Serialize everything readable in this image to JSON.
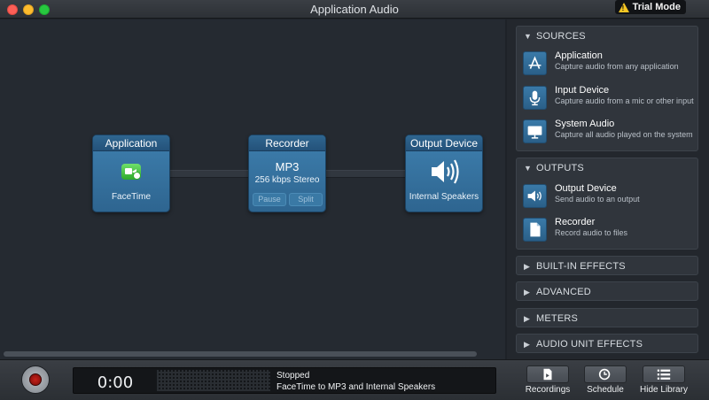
{
  "window": {
    "title": "Application Audio",
    "trial_badge": "Trial Mode"
  },
  "canvas": {
    "nodes": {
      "source": {
        "title": "Application",
        "subtitle": "FaceTime",
        "icon": "facetime-icon"
      },
      "recorder": {
        "title": "Recorder",
        "format": "MP3",
        "quality": "256 kbps Stereo",
        "pause_label": "Pause",
        "split_label": "Split"
      },
      "output": {
        "title": "Output Device",
        "subtitle": "Internal Speakers",
        "icon": "speaker-icon"
      }
    }
  },
  "sidebar": {
    "sources": {
      "header": "SOURCES",
      "items": [
        {
          "title": "Application",
          "desc": "Capture audio from any application",
          "icon": "application-icon"
        },
        {
          "title": "Input Device",
          "desc": "Capture audio from a mic or other input",
          "icon": "microphone-icon"
        },
        {
          "title": "System Audio",
          "desc": "Capture all audio played on the system",
          "icon": "monitor-icon"
        }
      ]
    },
    "outputs": {
      "header": "OUTPUTS",
      "items": [
        {
          "title": "Output Device",
          "desc": "Send audio to an output",
          "icon": "speaker-icon"
        },
        {
          "title": "Recorder",
          "desc": "Record audio to files",
          "icon": "document-icon"
        }
      ]
    },
    "collapsed": [
      "BUILT-IN EFFECTS",
      "ADVANCED",
      "METERS",
      "AUDIO UNIT EFFECTS"
    ]
  },
  "bottom": {
    "time": "0:00",
    "status": "Stopped",
    "detail": "FaceTime to MP3 and Internal Speakers",
    "buttons": {
      "recordings": "Recordings",
      "schedule": "Schedule",
      "library": "Hide Library"
    }
  },
  "colors": {
    "node_blue": "#2e6590",
    "record_red": "#c5211b",
    "warning_yellow": "#f5c623"
  }
}
